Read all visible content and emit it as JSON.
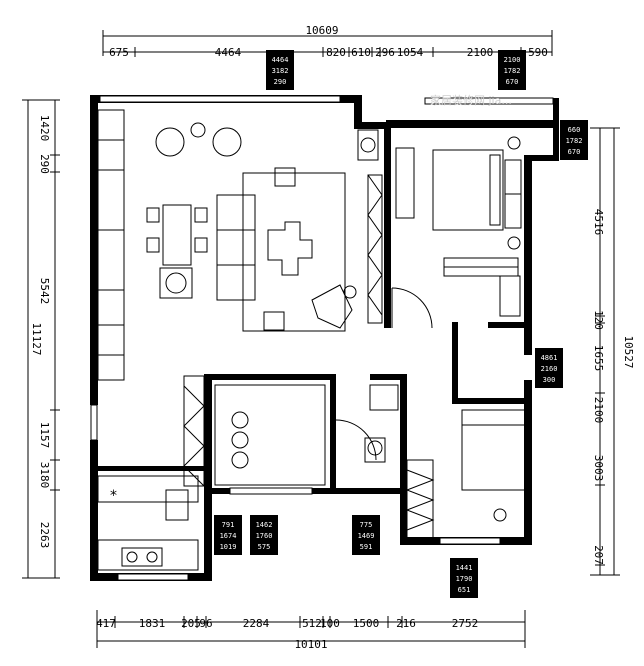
{
  "watermark": "家居装修网 jia...",
  "dimensions": {
    "top_total": "10609",
    "top_segments": [
      "675",
      "4464",
      "820",
      "610",
      "296",
      "1054",
      "2100",
      "590"
    ],
    "bottom_total": "10101",
    "bottom_segments": [
      "417",
      "1831",
      "205",
      "96",
      "2284",
      "512",
      "100",
      "1500",
      "216",
      "2752"
    ],
    "left_total": "11127",
    "left_segments": [
      "1420",
      "290",
      "5542",
      "1157",
      "3180",
      "2263"
    ],
    "right_total": "10527",
    "right_segments": [
      "4516",
      "120",
      "1655",
      "2100",
      "3003",
      "207"
    ]
  },
  "tags": [
    {
      "lines": [
        "4464",
        "3182",
        "290"
      ]
    },
    {
      "lines": [
        "2100",
        "1782",
        "670"
      ]
    },
    {
      "lines": [
        "660",
        "1782",
        "670"
      ]
    },
    {
      "lines": [
        "4861",
        "2160",
        "300"
      ]
    },
    {
      "lines": [
        "791",
        "1674",
        "1019"
      ]
    },
    {
      "lines": [
        "1462",
        "1760",
        "575"
      ]
    },
    {
      "lines": [
        "775",
        "1469",
        "591"
      ]
    },
    {
      "lines": [
        "1441",
        "1790",
        "651"
      ]
    }
  ]
}
